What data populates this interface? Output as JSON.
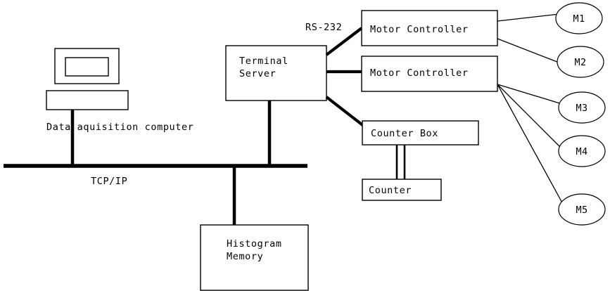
{
  "diagram": {
    "title": "Data acquisition network diagram",
    "background_color": "#ffffff",
    "line_color": "#000000"
  },
  "bus": {
    "name": "TCP/IP",
    "label": "TCP/IP"
  },
  "protocol_label": {
    "name": "RS-232",
    "label": "RS-232"
  },
  "workstation": {
    "caption": "Data aquisition computer",
    "monitor_name": "monitor",
    "screen_name": "screen",
    "keyboard_name": "keyboard"
  },
  "nodes": {
    "terminal_server": {
      "line1": "Terminal",
      "line2": "Server"
    },
    "motor_controller_1": {
      "label": "Motor Controller"
    },
    "motor_controller_2": {
      "label": "Motor Controller"
    },
    "counter_box": {
      "label": "Counter Box"
    },
    "counter": {
      "label": "Counter"
    },
    "histogram_memory": {
      "line1": "Histogram",
      "line2": "Memory"
    }
  },
  "motors": [
    {
      "id": "M1",
      "label": "M1"
    },
    {
      "id": "M2",
      "label": "M2"
    },
    {
      "id": "M3",
      "label": "M3"
    },
    {
      "id": "M4",
      "label": "M4"
    },
    {
      "id": "M5",
      "label": "M5"
    }
  ]
}
